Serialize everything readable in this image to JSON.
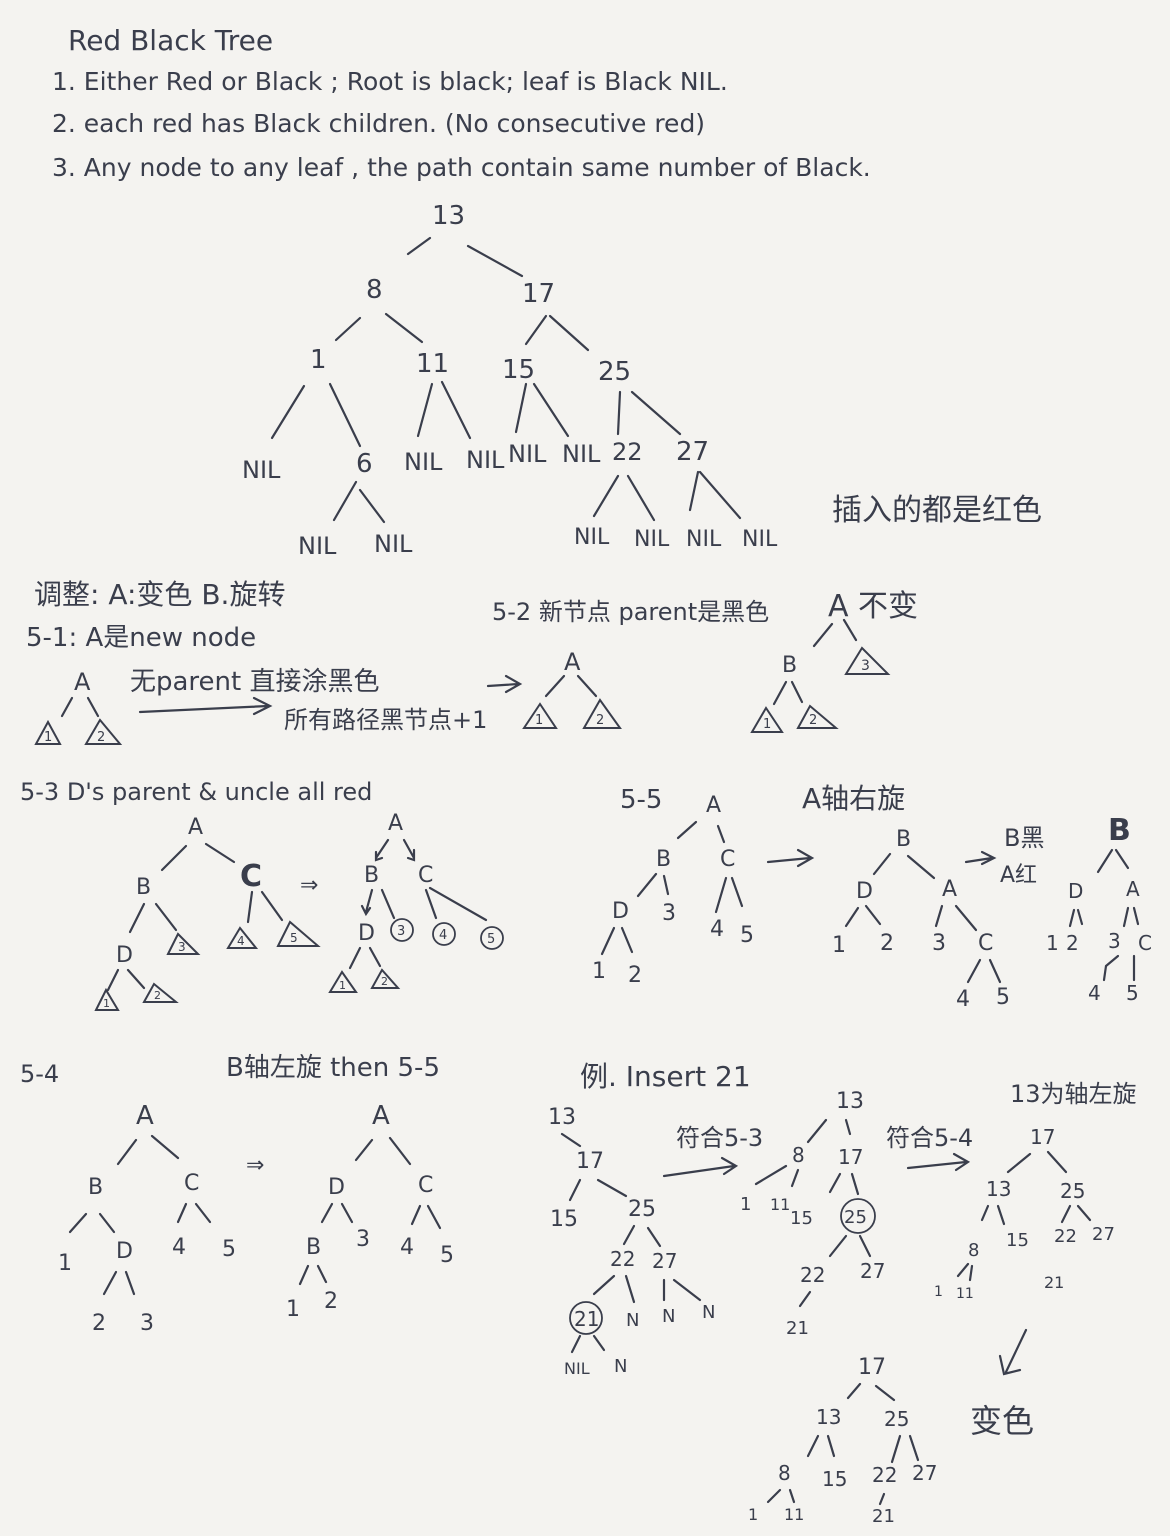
{
  "header": {
    "title": "Red Black Tree",
    "rules": [
      "1. Either Red or Black ; Root is black; leaf is Black NIL.",
      "2. each red has Black children. (No consecutive red)",
      "3. Any node to any leaf , the path contain same number of Black."
    ]
  },
  "example_tree": {
    "nodes": [
      "13",
      "8",
      "17",
      "1",
      "11",
      "15",
      "25",
      "6",
      "22",
      "27"
    ],
    "leaves": [
      "NIL",
      "NIL",
      "NIL",
      "NIL",
      "NIL",
      "NIL",
      "NIL",
      "NIL",
      "NIL",
      "NIL",
      "NIL"
    ],
    "note": "插入的都是红色"
  },
  "adjust": {
    "title": "调整: A:变色 B.旋转",
    "case_5_1": {
      "title": "5-1: A是new node",
      "line1": "无parent 直接涂黑色",
      "line2": "所有路径黑节点+1",
      "nodes": [
        "A"
      ],
      "subtrees": [
        "1",
        "2"
      ]
    },
    "case_5_2": {
      "title": "5-2 新节点 parent是黑色",
      "suffix": "A 不变",
      "tree1": {
        "nodes": [
          "A"
        ],
        "subtrees": [
          "1",
          "2"
        ]
      },
      "tree2": {
        "nodes": [
          "A",
          "B"
        ],
        "subtrees": [
          "3",
          "1",
          "2"
        ]
      }
    },
    "case_5_3": {
      "title": "5-3 D's parent & uncle all red",
      "left": {
        "nodes": [
          "A",
          "B",
          "C",
          "D"
        ],
        "subtrees": [
          "3",
          "4",
          "5",
          "1",
          "2"
        ]
      },
      "right": {
        "nodes": [
          "A",
          "B",
          "C",
          "D"
        ],
        "subtrees": [
          "3",
          "4",
          "5",
          "1",
          "2"
        ]
      },
      "arrow": "⇒"
    },
    "case_5_5": {
      "title": "5-5",
      "suffix": "A轴右旋",
      "left": {
        "nodes": [
          "A",
          "B",
          "C",
          "D"
        ],
        "leaves": [
          "3",
          "4",
          "5",
          "1",
          "2"
        ]
      },
      "mid": {
        "nodes": [
          "B",
          "D",
          "A",
          "C"
        ],
        "leaves": [
          "1",
          "2",
          "3",
          "4",
          "5"
        ]
      },
      "recolor": [
        "B黑",
        "A红"
      ],
      "right": {
        "nodes": [
          "B",
          "D",
          "A",
          "C"
        ],
        "leaves": [
          "1",
          "2",
          "3",
          "4",
          "5"
        ]
      }
    },
    "case_5_4": {
      "title": "5-4",
      "suffix": "B轴左旋 then 5-5",
      "left": {
        "nodes": [
          "A",
          "B",
          "C",
          "D"
        ],
        "leaves": [
          "1",
          "4",
          "5",
          "2",
          "3"
        ]
      },
      "right": {
        "nodes": [
          "A",
          "D",
          "C",
          "B"
        ],
        "leaves": [
          "3",
          "4",
          "5",
          "1",
          "2"
        ]
      },
      "arrow": "⇒"
    }
  },
  "insert_example": {
    "title": "例. Insert 21",
    "step1": {
      "nodes": [
        "13",
        "17",
        "15",
        "25",
        "22",
        "27",
        "21"
      ],
      "leaves": [
        "N",
        "N",
        "N",
        "NIL",
        "N"
      ]
    },
    "label_a": "符合5-3",
    "step2": {
      "nodes": [
        "13",
        "8",
        "17",
        "1",
        "11",
        "15",
        "25",
        "22",
        "27",
        "21"
      ]
    },
    "label_b": "符合5-4",
    "label_c": "13为轴左旋",
    "step3": {
      "nodes": [
        "17",
        "13",
        "25",
        "8",
        "15",
        "22",
        "27",
        "1",
        "11",
        "21"
      ]
    },
    "recolor": "变色",
    "step4": {
      "nodes": [
        "17",
        "13",
        "25",
        "8",
        "15",
        "22",
        "27",
        "1",
        "11",
        "21"
      ]
    }
  }
}
